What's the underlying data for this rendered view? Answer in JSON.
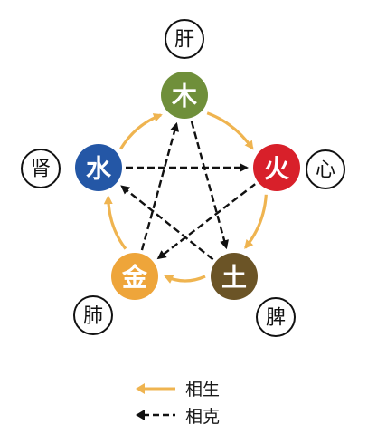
{
  "elements": [
    {
      "id": "wood",
      "label": "木",
      "organ": "肝",
      "color": "#6f8f3a"
    },
    {
      "id": "fire",
      "label": "火",
      "organ": "心",
      "color": "#d8202a"
    },
    {
      "id": "earth",
      "label": "土",
      "organ": "脾",
      "color": "#6b5426"
    },
    {
      "id": "metal",
      "label": "金",
      "organ": "肺",
      "color": "#eea53a"
    },
    {
      "id": "water",
      "label": "水",
      "organ": "肾",
      "color": "#2457a6"
    }
  ],
  "generating_cycle": [
    [
      "wood",
      "fire"
    ],
    [
      "fire",
      "earth"
    ],
    [
      "earth",
      "metal"
    ],
    [
      "metal",
      "water"
    ],
    [
      "water",
      "wood"
    ]
  ],
  "overcoming_cycle": [
    [
      "wood",
      "earth"
    ],
    [
      "earth",
      "water"
    ],
    [
      "water",
      "fire"
    ],
    [
      "fire",
      "metal"
    ],
    [
      "metal",
      "wood"
    ]
  ],
  "colors": {
    "generating_arrow": "#efb450",
    "overcoming_arrow": "#111111"
  },
  "legend": {
    "generating_label": "相生",
    "overcoming_label": "相克"
  }
}
